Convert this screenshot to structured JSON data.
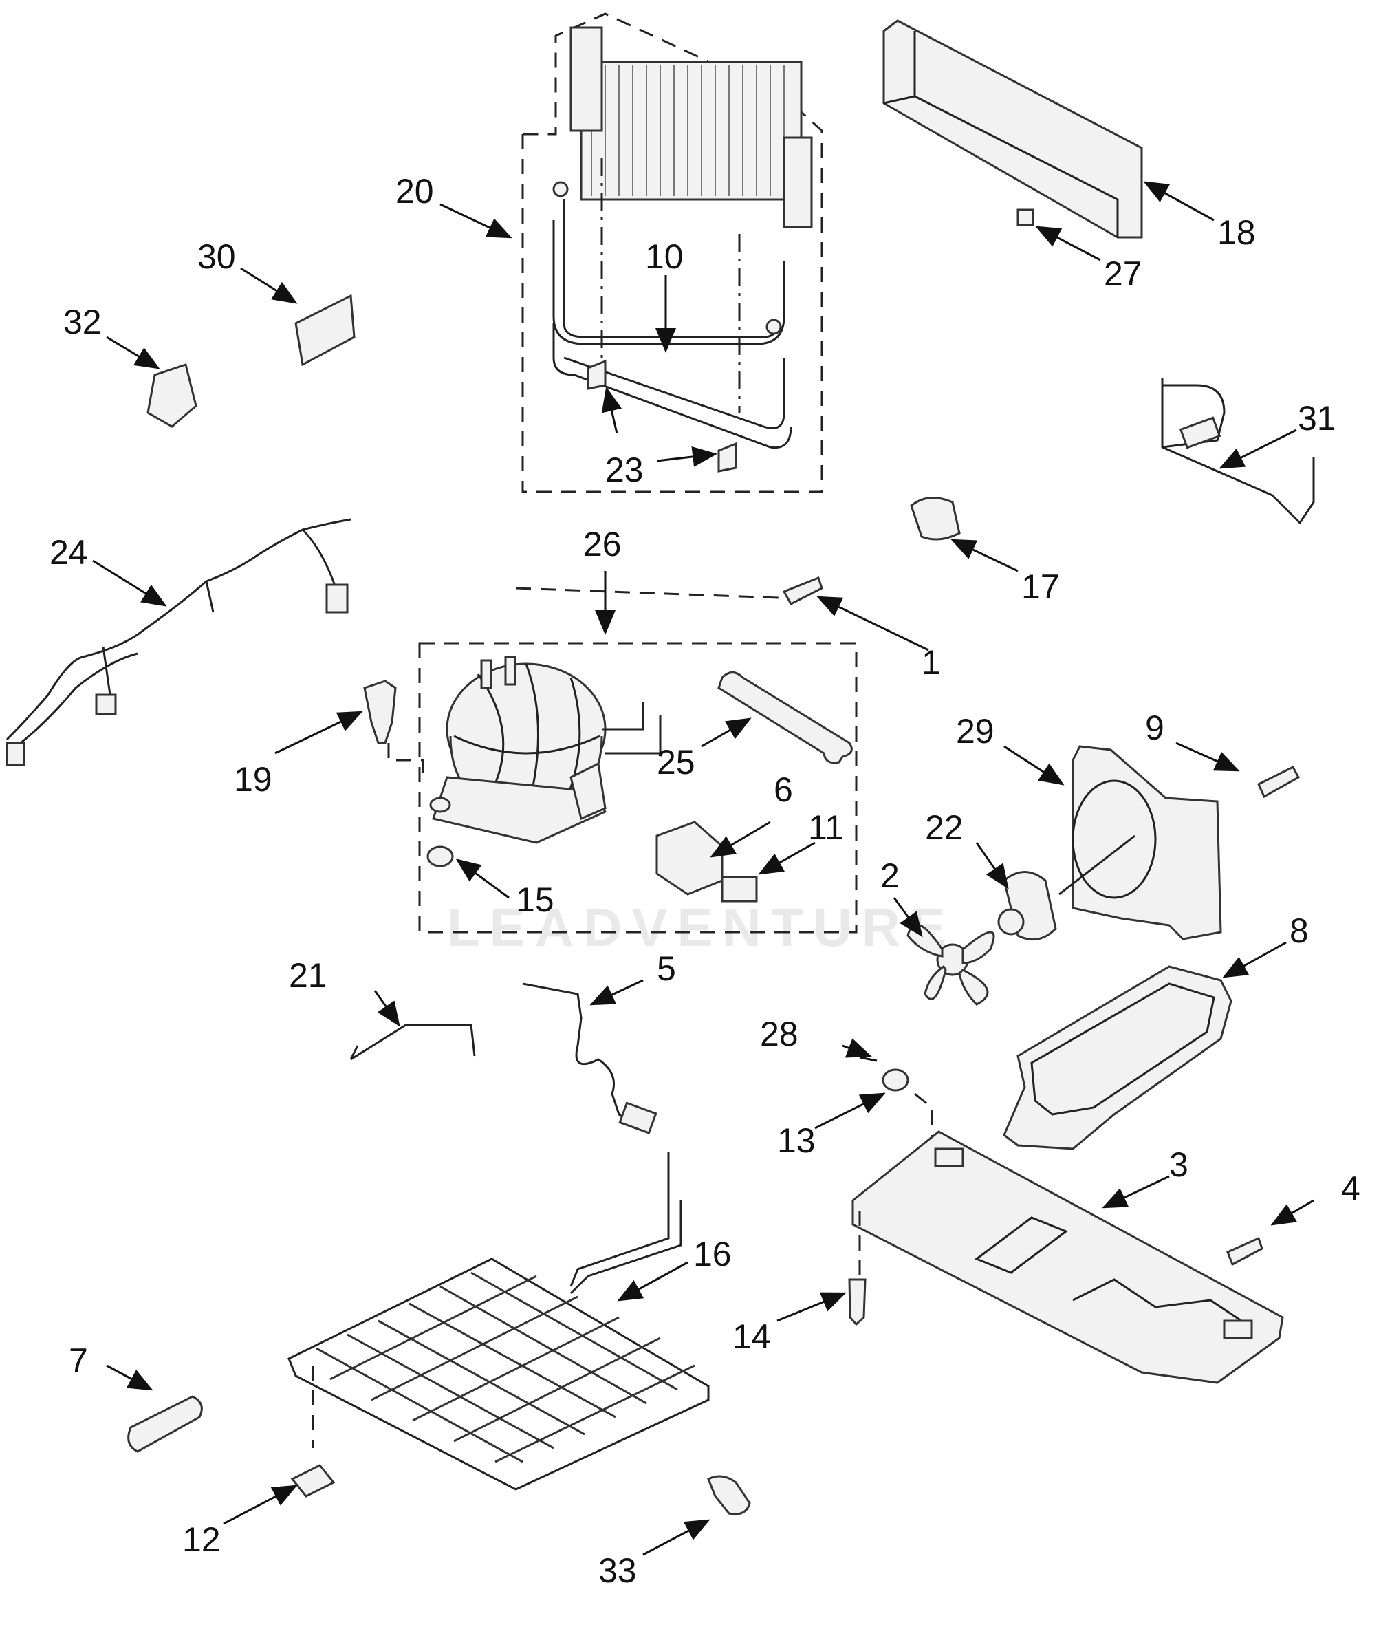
{
  "diagram": {
    "watermark": "LEADVENTURE",
    "callouts": [
      "1",
      "2",
      "3",
      "4",
      "5",
      "6",
      "7",
      "8",
      "9",
      "10",
      "11",
      "12",
      "13",
      "14",
      "15",
      "16",
      "17",
      "18",
      "19",
      "20",
      "21",
      "22",
      "23",
      "23",
      "24",
      "25",
      "26",
      "27",
      "28",
      "29",
      "30",
      "31",
      "32",
      "33"
    ]
  }
}
